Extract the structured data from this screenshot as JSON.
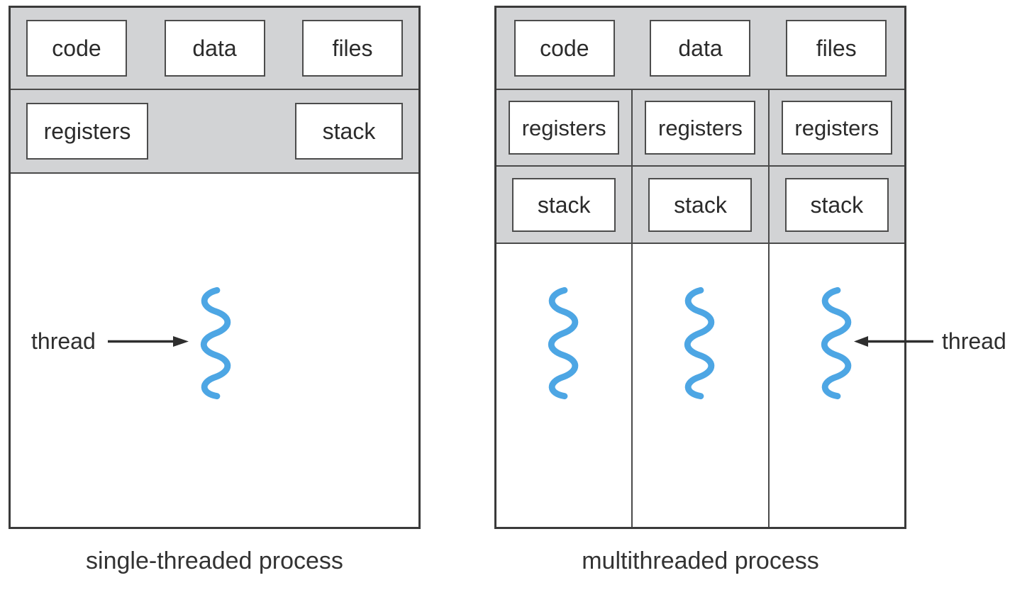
{
  "figure": {
    "left_process": {
      "caption": "single-threaded process",
      "resource_boxes": [
        "code",
        "data",
        "files"
      ],
      "registers_label": "registers",
      "stack_label": "stack",
      "thread_label": "thread"
    },
    "right_process": {
      "caption": "multithreaded process",
      "resource_boxes": [
        "code",
        "data",
        "files"
      ],
      "threads": [
        {
          "registers_label": "registers",
          "stack_label": "stack"
        },
        {
          "registers_label": "registers",
          "stack_label": "stack"
        },
        {
          "registers_label": "registers",
          "stack_label": "stack"
        }
      ],
      "thread_label": "thread"
    },
    "colors": {
      "panel_gray": "#d2d3d5",
      "outer_border": "#3a3a3a",
      "inner_border": "#4a4a4a",
      "thread_blue": "#4da6e4",
      "text": "#2b2b2b"
    }
  }
}
